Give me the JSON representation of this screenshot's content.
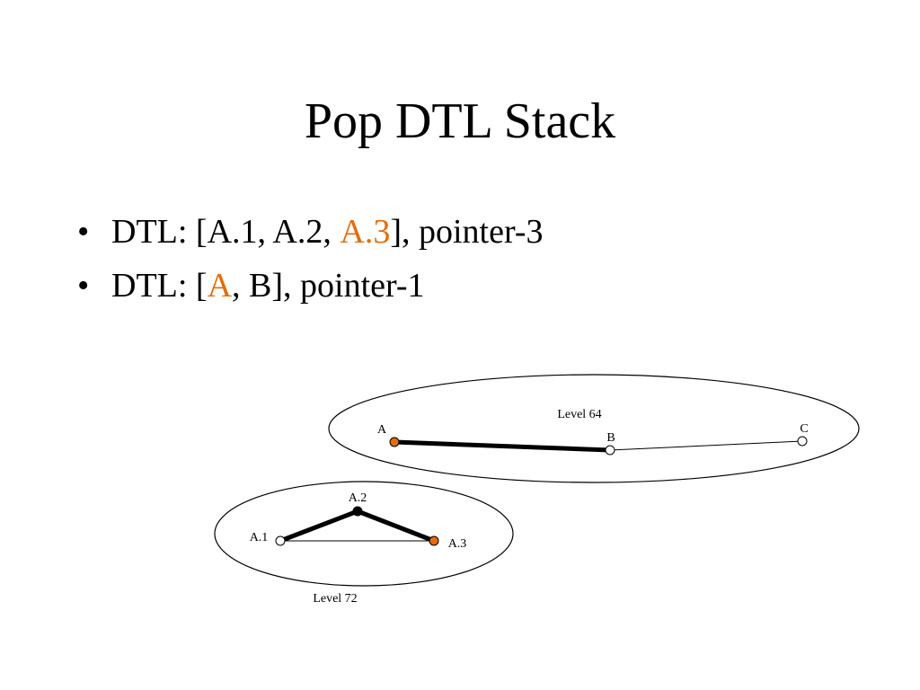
{
  "slide": {
    "title": "Pop DTL Stack",
    "bullets": [
      {
        "bullet": "•",
        "prefix": "DTL: [A.1, A.2, ",
        "highlight": "A.3",
        "suffix": "], pointer-3"
      },
      {
        "bullet": "•",
        "prefix": "DTL: [",
        "highlight": "A",
        "suffix": ", B], pointer-1"
      }
    ]
  },
  "colors": {
    "highlight": "#e46c0a",
    "node_empty": "#ffffff",
    "node_active": "#000000"
  },
  "diagram": {
    "level64": {
      "label": "Level 64",
      "nodes": {
        "a": "A",
        "b": "B",
        "c": "C"
      }
    },
    "level72": {
      "label": "Level 72",
      "nodes": {
        "a1": "A.1",
        "a2": "A.2",
        "a3": "A.3"
      }
    }
  }
}
